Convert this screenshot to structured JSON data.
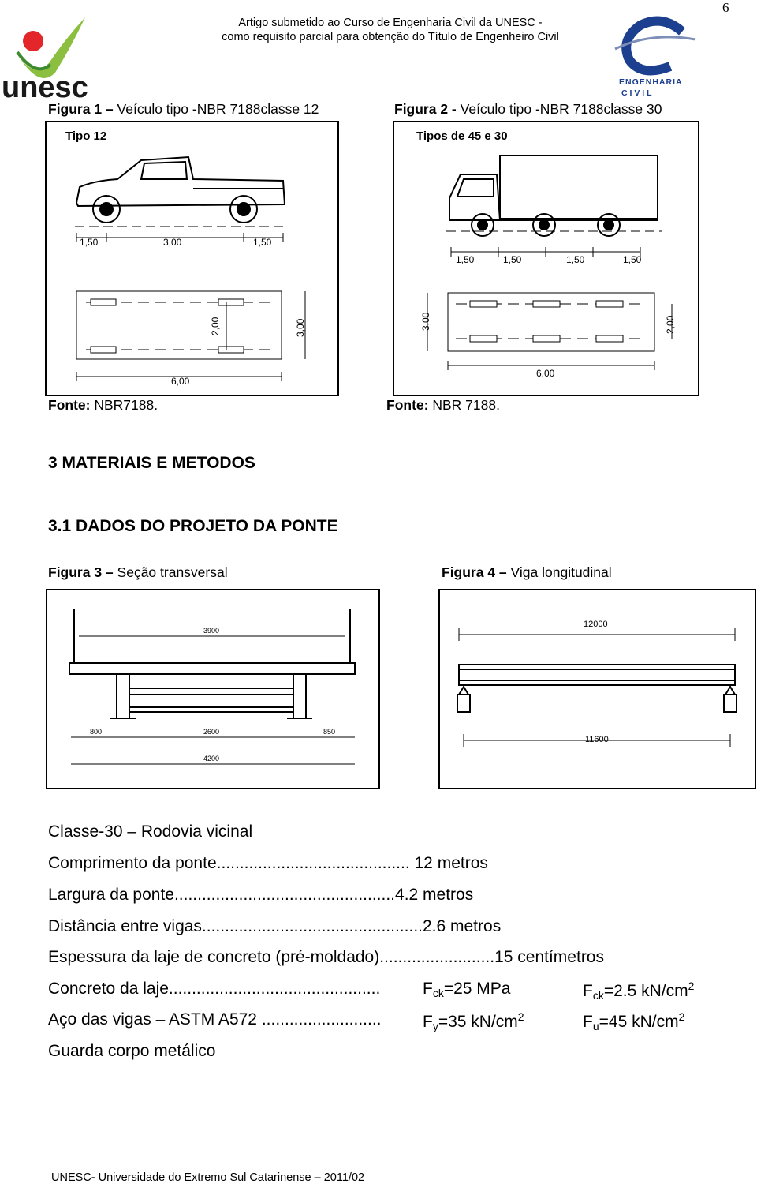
{
  "page_number": "6",
  "header": {
    "line1": "Artigo submetido ao Curso de Engenharia Civil da UNESC -",
    "line2": "como requisito parcial para obtenção do Título de Engenheiro Civil"
  },
  "logos": {
    "left_text": "unesc",
    "right_text_1": "ENGENHARIA",
    "right_text_2": "C I V I L"
  },
  "figure1": {
    "label": "Figura 1 –",
    "title": " Veículo tipo -NBR 7188classe 12",
    "inner_title": "Tipo 12",
    "dims_side": [
      "1,50",
      "3,00",
      "1,50"
    ],
    "dims_plan": [
      "2,00",
      "3,00",
      "6,00"
    ],
    "source_label": "Fonte:",
    "source": " NBR7188."
  },
  "figure2": {
    "label": "Figura 2 -",
    "title": " Veículo tipo -NBR 7188classe 30",
    "inner_title": "Tipos de 45 e 30",
    "dims_side": [
      "1,50",
      "1,50",
      "1,50",
      "1,50"
    ],
    "dims_plan": [
      "3,00",
      "2,00",
      "6,00"
    ],
    "source_label": "Fonte:",
    "source": " NBR 7188."
  },
  "section3": "3 MATERIAIS E METODOS",
  "section31": "3.1 DADOS DO PROJETO DA PONTE",
  "figure3": {
    "label": "Figura 3 –",
    "title": " Seção transversal",
    "dims": [
      "3900",
      "800",
      "2600",
      "850",
      "4200"
    ]
  },
  "figure4": {
    "label": "Figura 4 –",
    "title": " Viga longitudinal",
    "dims": [
      "12000",
      "11600"
    ]
  },
  "specs": {
    "classe": "Classe-30 – Rodovia vicinal",
    "comprimento": "Comprimento da ponte.......................................... 12 metros",
    "largura": "Largura da ponte................................................4.2 metros",
    "distancia": "Distância entre vigas................................................2.6 metros",
    "espessura": "Espessura da laje de concreto (pré-moldado).........................15 centímetros",
    "concreto_label": "Concreto da laje..............................................",
    "concreto_f": "F",
    "concreto_sub": "ck",
    "concreto_val": "=25 MPa",
    "concreto2_f": "F",
    "concreto2_sub": "ck",
    "concreto2_val": "=2.5 kN/cm",
    "concreto2_sup": "2",
    "aco_label": "Aço das vigas – ASTM A572 ..........................",
    "aco_f": "F",
    "aco_sub": "y",
    "aco_val": "=35 kN/cm",
    "aco_sup": "2",
    "aco2_f": "F",
    "aco2_sub": "u",
    "aco2_val": "=45 kN/cm",
    "aco2_sup": "2",
    "guarda": "Guarda corpo metálico"
  },
  "footer": "UNESC- Universidade do Extremo Sul Catarinense – 2011/02"
}
